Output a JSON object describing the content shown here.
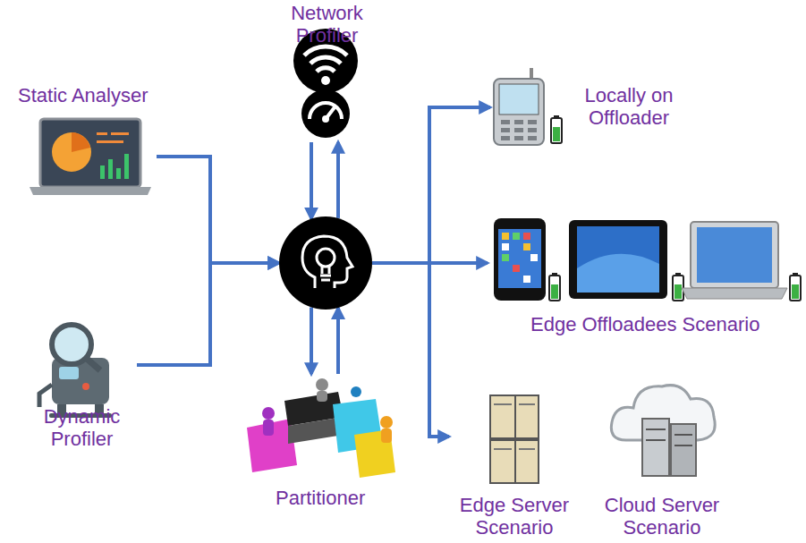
{
  "diagram": {
    "nodes": [
      {
        "text": [
          "Static Analyser"
        ]
      },
      {
        "text": [
          "Dynamic Profiler"
        ]
      },
      {
        "text": [
          "Network Profiler"
        ]
      },
      {
        "text": []
      },
      {
        "text": [
          "Partitioner"
        ]
      },
      {
        "text": [
          "Locally on Offloader"
        ]
      },
      {
        "text": [
          "Edge Offloadees Scenario"
        ]
      },
      {
        "text": [
          "Edge Server Scenario"
        ]
      },
      {
        "text": [
          "Cloud Server Scenario"
        ]
      }
    ],
    "edges": [
      {
        "from": 0,
        "to": 3,
        "arrow": "to"
      },
      {
        "from": 1,
        "to": 3,
        "arrow": "to"
      },
      {
        "from": 2,
        "to": 3,
        "arrow": "to"
      },
      {
        "from": 3,
        "to": 2,
        "arrow": "to"
      },
      {
        "from": 3,
        "to": 4,
        "arrow": "to"
      },
      {
        "from": 4,
        "to": 3,
        "arrow": "to"
      },
      {
        "from": 3,
        "to": 5,
        "arrow": "to"
      },
      {
        "from": 3,
        "to": 6,
        "arrow": "to"
      },
      {
        "from": 3,
        "to": 7,
        "arrow": "to"
      }
    ]
  }
}
